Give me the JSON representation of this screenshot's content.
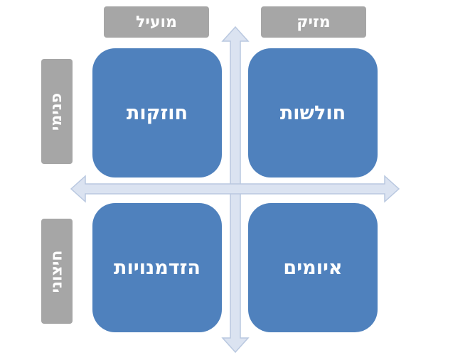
{
  "column_labels": {
    "left": "מועיל",
    "right": "מזיק"
  },
  "row_labels": {
    "top": "פנימי",
    "bottom": "חיצוני"
  },
  "quadrants": {
    "top_left": "חוזקות",
    "top_right": "חולשות",
    "bottom_left": "הזדמנויות",
    "bottom_right": "איומים"
  },
  "colors": {
    "quadrant_fill": "#4f81bd",
    "label_fill": "#a6a6a6",
    "axis_fill": "#dbe3f1",
    "axis_stroke": "#b9c8e0"
  }
}
